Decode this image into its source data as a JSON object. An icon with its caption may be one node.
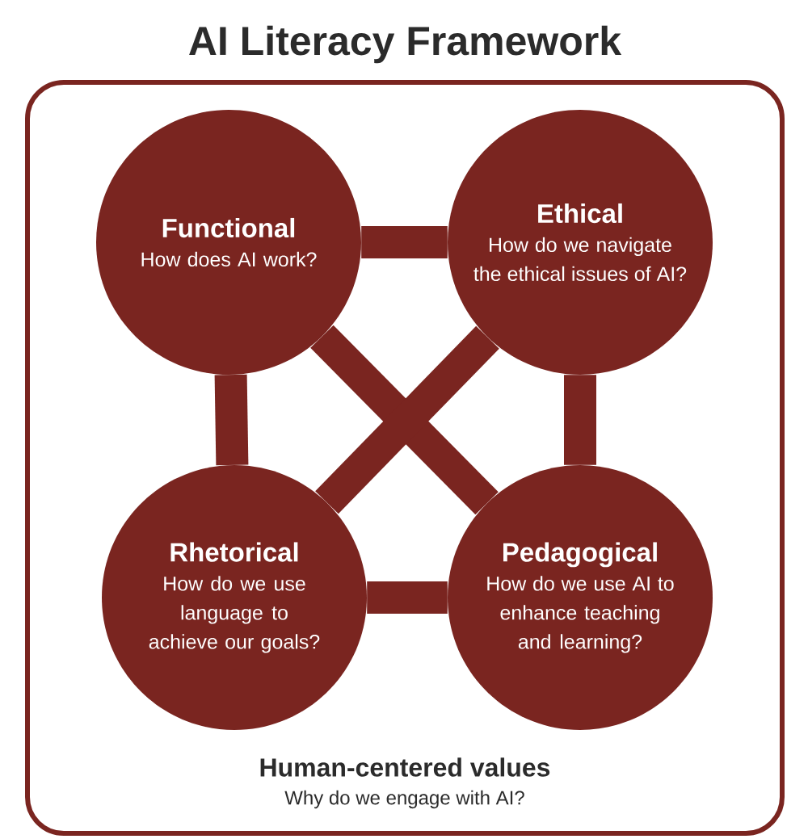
{
  "diagram": {
    "title": "AI Literacy Framework",
    "nodes": [
      {
        "text": [
          "Human-centered values",
          "Why do we engage with AI?"
        ]
      },
      {
        "text": [
          "Functional",
          "How does AI work?"
        ],
        "in": 0
      },
      {
        "text": [
          "Ethical",
          "How do we navigate the ethical issues of AI?"
        ],
        "in": 0
      },
      {
        "text": [
          "Rhetorical",
          "How do we use language to achieve our goals?"
        ],
        "in": 0
      },
      {
        "text": [
          "Pedagogical",
          "How do we use AI to enhance teaching and learning?"
        ],
        "in": 0
      }
    ],
    "edges": [
      {
        "from": 1,
        "to": 2,
        "arrow": "none"
      },
      {
        "from": 1,
        "to": 3,
        "arrow": "none"
      },
      {
        "from": 2,
        "to": 4,
        "arrow": "none"
      },
      {
        "from": 3,
        "to": 4,
        "arrow": "none"
      },
      {
        "from": 1,
        "to": 4,
        "arrow": "none"
      },
      {
        "from": 2,
        "to": 3,
        "arrow": "none"
      }
    ]
  }
}
